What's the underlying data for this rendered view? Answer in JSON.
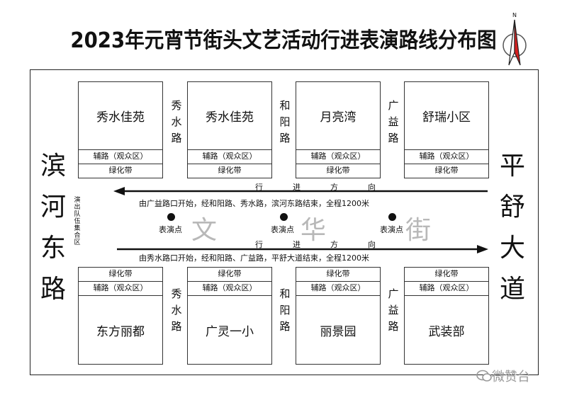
{
  "title": "2023年元宵节街头文艺活动行进表演路线分布图",
  "compass": {
    "north_label": "N",
    "icon": "compass-arrow-icon"
  },
  "roads": {
    "west": "滨河东路",
    "east": "平舒大道",
    "xiushui": "秀水路",
    "heyang": "和阳路",
    "guangyi": "广益路",
    "main_street_watermark": [
      "文",
      "华",
      "街"
    ]
  },
  "assembly_area": "演出队伍集合区",
  "north_blocks": [
    {
      "name": "秀水佳苑",
      "service_road": "辅路（观众区）",
      "green_belt": "绿化带"
    },
    {
      "name": "秀水佳苑",
      "service_road": "辅路（观众区）",
      "green_belt": "绿化带"
    },
    {
      "name": "月亮湾",
      "service_road": "辅路（观众区）",
      "green_belt": "绿化带"
    },
    {
      "name": "舒瑞小区",
      "service_road": "辅路（观众区）",
      "green_belt": "绿化带"
    }
  ],
  "south_blocks": [
    {
      "name": "东方丽都",
      "service_road": "辅路（观众区）",
      "green_belt": "绿化带"
    },
    {
      "name": "广灵一小",
      "service_road": "辅路（观众区）",
      "green_belt": "绿化带"
    },
    {
      "name": "丽景园",
      "service_road": "辅路（观众区）",
      "green_belt": "绿化带"
    },
    {
      "name": "武装部",
      "service_road": "辅路（观众区）",
      "green_belt": "绿化带"
    }
  ],
  "direction_label": [
    "行",
    "进",
    "方",
    "向"
  ],
  "route_westbound": "由广益路口开始，经和阳路、秀水路，滨河东路结束，全程1200米",
  "route_eastbound": "由秀水路口开始，经和阳路、广益路，平舒大道结束，全程1200米",
  "performance_spots": [
    "表演点",
    "表演点",
    "表演点"
  ],
  "source_brand": "微赞台",
  "colors": {
    "line": "#111111",
    "compass_red": "#d62020",
    "watermark": "#b8b8b8"
  }
}
